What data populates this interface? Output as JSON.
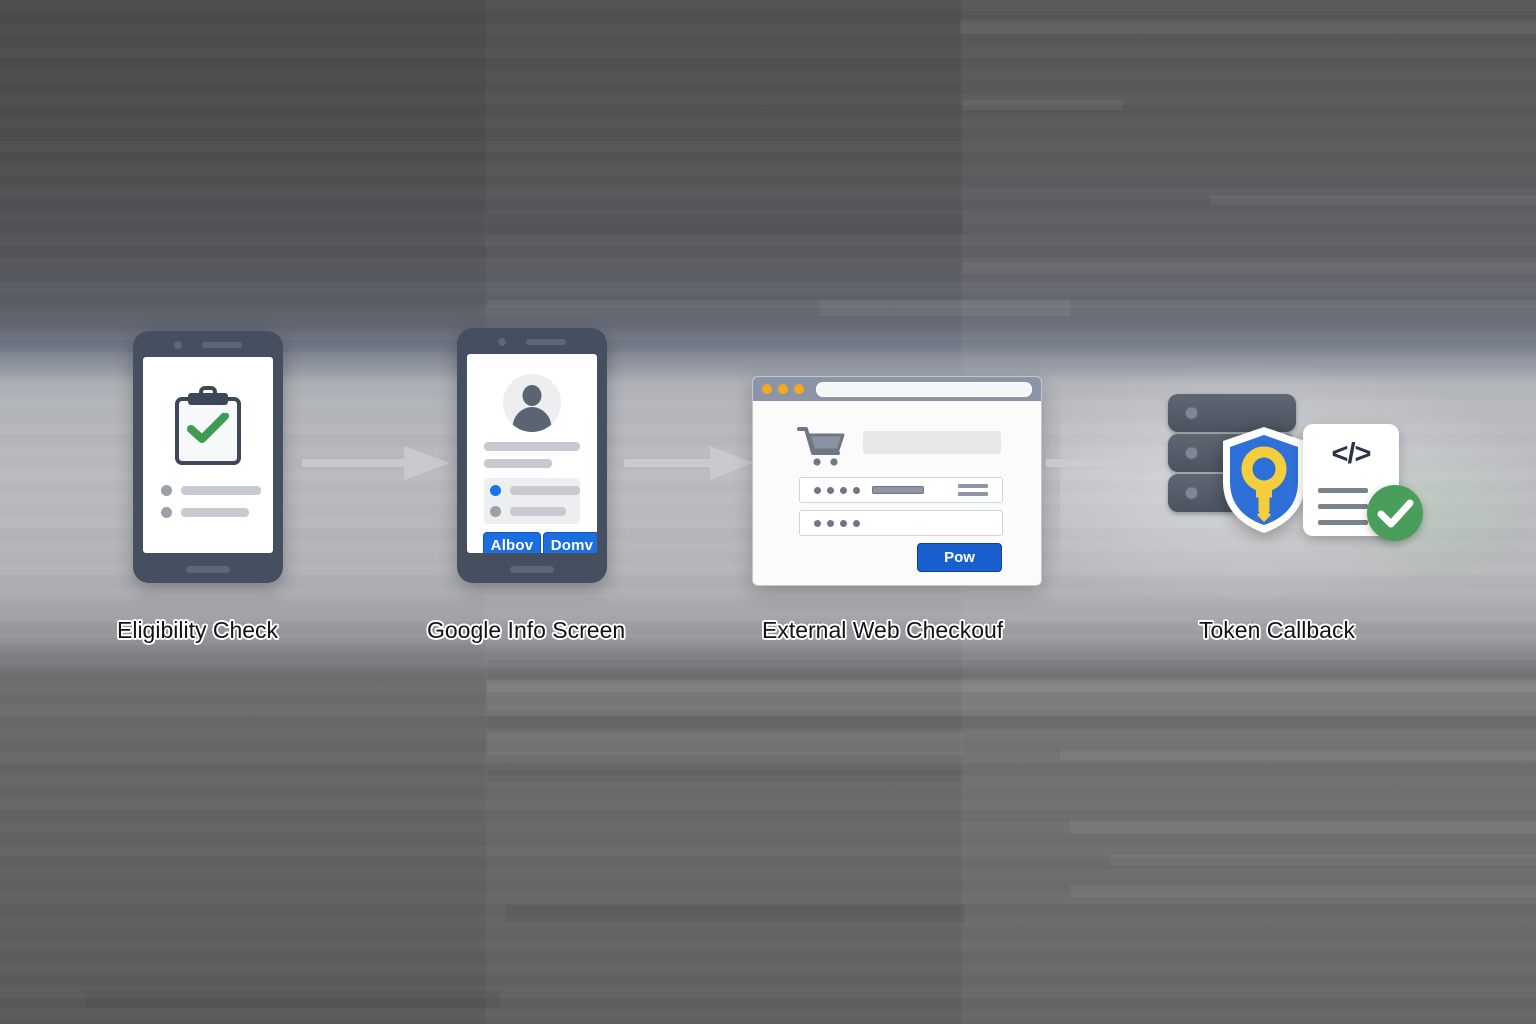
{
  "diagram": {
    "title_visible": false,
    "background_color": "#6a6a6a",
    "accent_blue": "#1a73e8",
    "accent_green": "#4a9e5c",
    "accent_yellow": "#f5ce3e",
    "accent_orange": "#f5a623",
    "frame_slate": "#454f60",
    "stages": [
      {
        "label": "Eligibility Check",
        "device": "phone",
        "icons": [
          "clipboard-icon",
          "check-icon"
        ],
        "list_rows": 2
      },
      {
        "label": "Google Info Screen",
        "device": "phone",
        "icons": [
          "avatar-icon",
          "radio-selected-icon",
          "radio-unselected-icon"
        ],
        "buttons": [
          {
            "label": "Albov"
          },
          {
            "label": "Domv"
          }
        ]
      },
      {
        "label": "External Web Checkouf",
        "device": "browser-window",
        "icons": [
          "cart-icon"
        ],
        "window_dots": 3,
        "fields": [
          {
            "dots": 4,
            "has_filled_bar": true,
            "has_right_lines": true
          },
          {
            "dots": 4,
            "has_filled_bar": false,
            "has_right_lines": false
          }
        ],
        "buttons": [
          {
            "label": "Pow"
          }
        ]
      },
      {
        "label": "Token Callback",
        "device": "server-group",
        "icons": [
          "database-icon",
          "shield-key-icon",
          "code-document-icon",
          "check-circle-icon"
        ],
        "database_slabs": 3,
        "code_lines": 3
      }
    ],
    "connectors": [
      {
        "from": "Eligibility Check",
        "to": "Google Info Screen",
        "kind": "arrow-right"
      },
      {
        "from": "Google Info Screen",
        "to": "External Web Checkouf",
        "kind": "arrow-right"
      },
      {
        "from": "External Web Checkouf",
        "to": "Token Callback",
        "kind": "arrow-right"
      }
    ]
  }
}
